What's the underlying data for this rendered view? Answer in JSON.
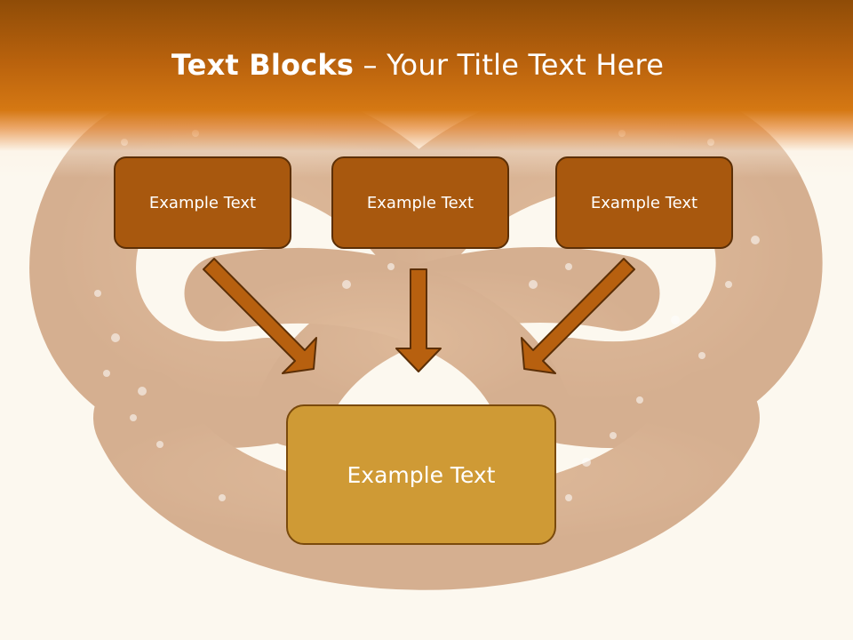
{
  "title": {
    "bold": "Text Blocks",
    "separator": " – ",
    "regular": "Your Title Text Here"
  },
  "boxes": {
    "left": "Example Text",
    "center": "Example Text",
    "right": "Example Text",
    "bottom": "Example Text"
  },
  "colors": {
    "header": "#b9620d",
    "small_box_fill": "#a8580e",
    "large_box_fill": "#cf9a35",
    "arrow_fill": "#b7600f",
    "background": "#fcf8ef"
  }
}
